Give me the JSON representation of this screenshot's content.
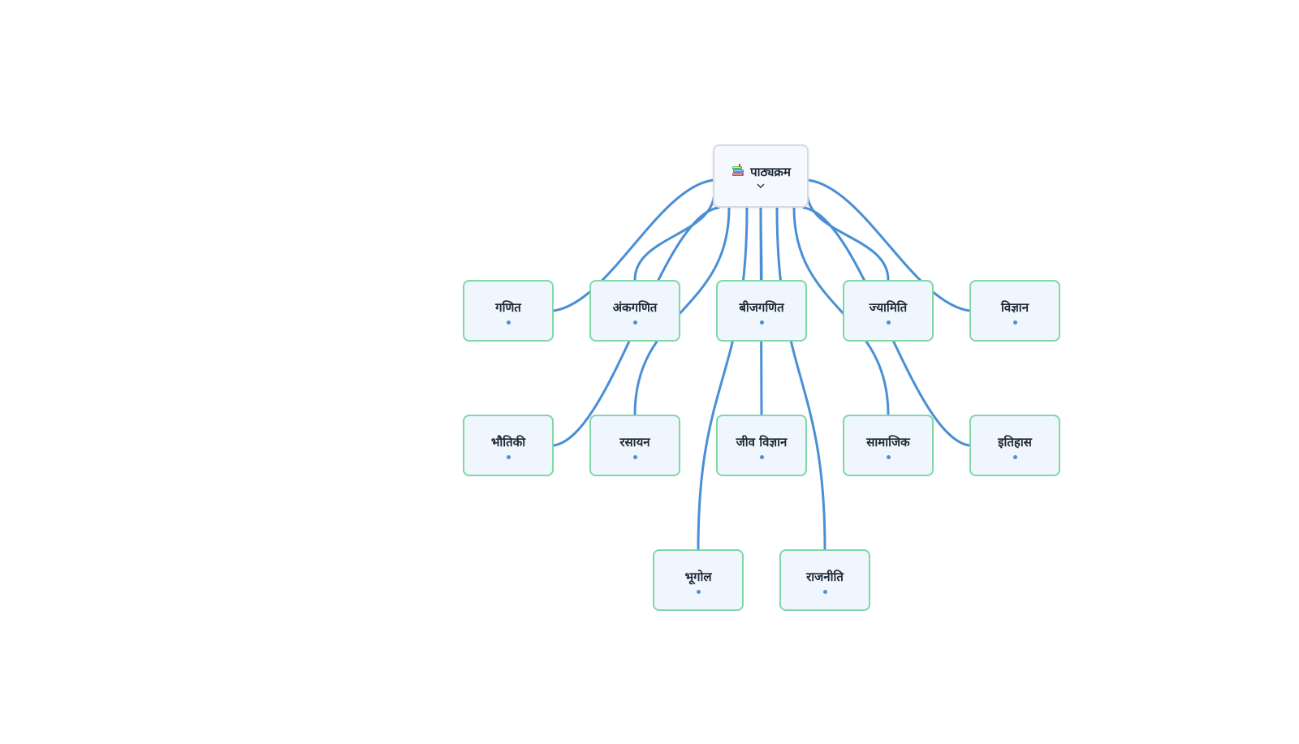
{
  "root": {
    "label": "पाठ्यक्रम",
    "icon": "books-icon",
    "toggle_icon": "chevron-down-icon"
  },
  "nodes": [
    {
      "id": "ganit",
      "label": "गणित"
    },
    {
      "id": "ankganit",
      "label": "अंकगणित"
    },
    {
      "id": "beejganit",
      "label": "बीजगणित"
    },
    {
      "id": "jyamiti",
      "label": "ज्यामिति"
    },
    {
      "id": "vigyan",
      "label": "विज्ञान"
    },
    {
      "id": "bhautiki",
      "label": "भौतिकी"
    },
    {
      "id": "rasayan",
      "label": "रसायन"
    },
    {
      "id": "jeevvigyan",
      "label": "जीव विज्ञान"
    },
    {
      "id": "samajik",
      "label": "सामाजिक"
    },
    {
      "id": "itihas",
      "label": "इतिहास"
    },
    {
      "id": "bhugol",
      "label": "भूगोल"
    },
    {
      "id": "rajneeti",
      "label": "राजनीति"
    }
  ],
  "edges": [
    [
      "root",
      "ganit"
    ],
    [
      "root",
      "ankganit"
    ],
    [
      "root",
      "beejganit"
    ],
    [
      "root",
      "jyamiti"
    ],
    [
      "root",
      "vigyan"
    ],
    [
      "root",
      "bhautiki"
    ],
    [
      "root",
      "rasayan"
    ],
    [
      "root",
      "jeevvigyan"
    ],
    [
      "root",
      "samajik"
    ],
    [
      "root",
      "itihas"
    ],
    [
      "root",
      "bhugol"
    ],
    [
      "root",
      "rajneeti"
    ]
  ],
  "colors": {
    "edge": "#4a8fd6",
    "node_border": "#7fd8a5",
    "node_fill": "#f0f6fd",
    "root_border": "#d6dbe3"
  }
}
